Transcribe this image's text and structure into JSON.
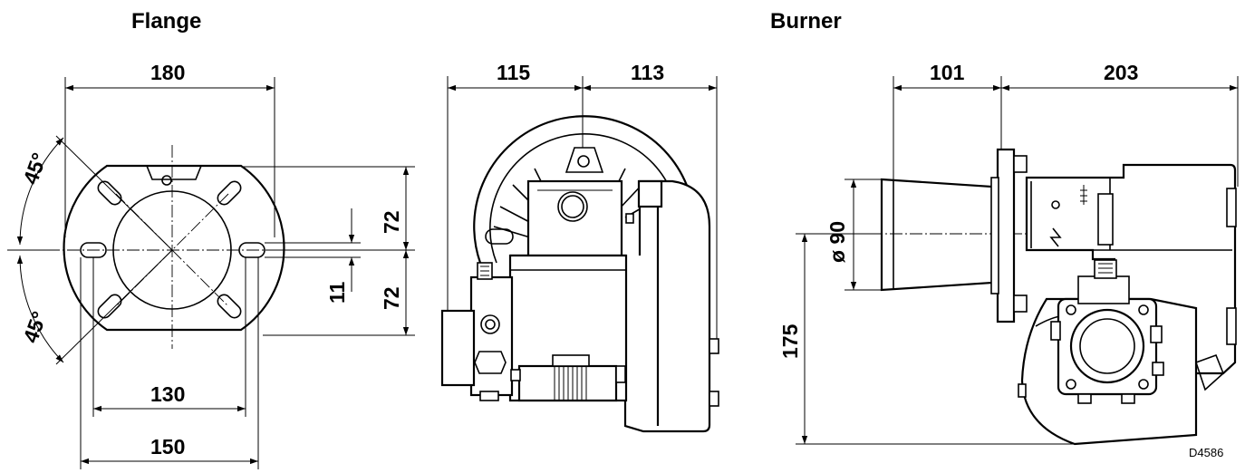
{
  "titles": {
    "flange": "Flange",
    "burner": "Burner"
  },
  "flange_dims": {
    "width_top": "180",
    "angle_upper": "45°",
    "angle_lower": "45°",
    "height_upper": "72",
    "height_lower": "72",
    "slot_width": "11",
    "hole_spacing_inner": "130",
    "hole_spacing_outer": "150"
  },
  "front_view_dims": {
    "left": "115",
    "right": "113"
  },
  "side_view_dims": {
    "blast_tube_length": "101",
    "body_length": "203",
    "blast_tube_diameter": "ø 90",
    "axis_height": "175"
  },
  "drawing_ref": "D4586"
}
